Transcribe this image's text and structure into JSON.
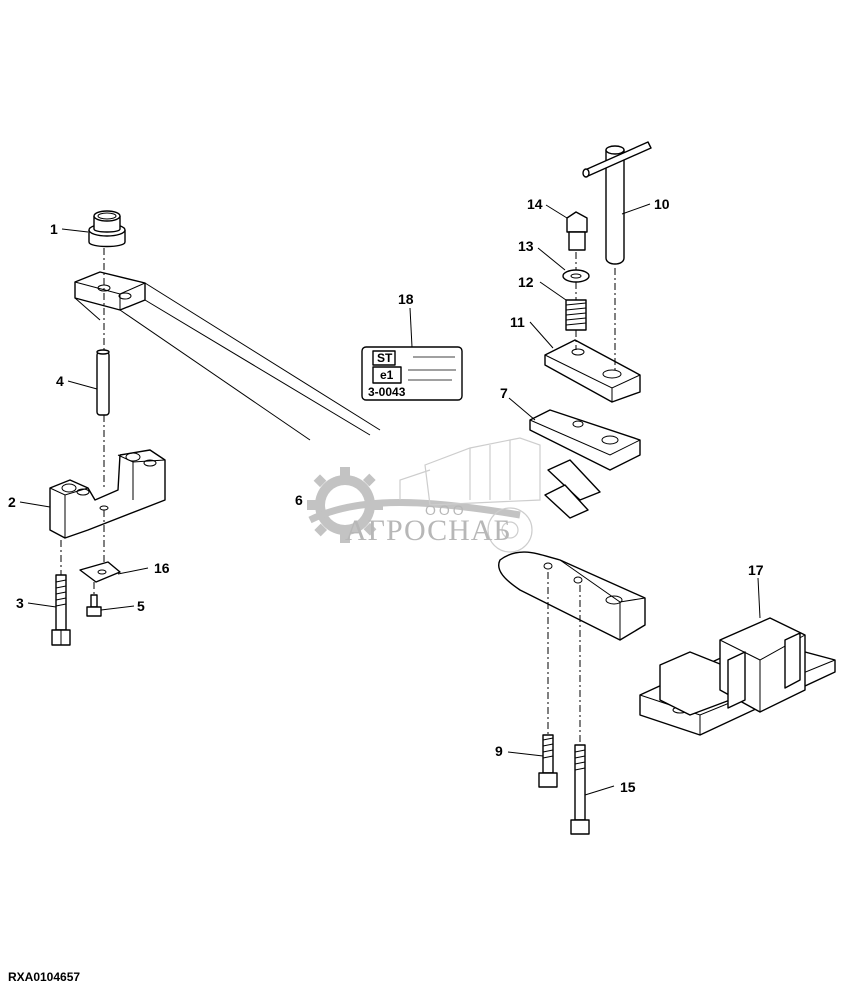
{
  "figure_ref": "RXA0104657",
  "callouts": [
    "1",
    "2",
    "3",
    "4",
    "5",
    "6",
    "7",
    "9",
    "10",
    "11",
    "12",
    "13",
    "14",
    "15",
    "16",
    "17",
    "18"
  ],
  "decal": {
    "st_box": "ST",
    "e1_box": "e1",
    "code": "3-0043"
  },
  "watermark": {
    "brand": "АГРОСНАБ",
    "prefix": "ООО"
  },
  "colors": {
    "line": "#000000",
    "watermark": "#b0b0b0",
    "background": "#ffffff"
  }
}
